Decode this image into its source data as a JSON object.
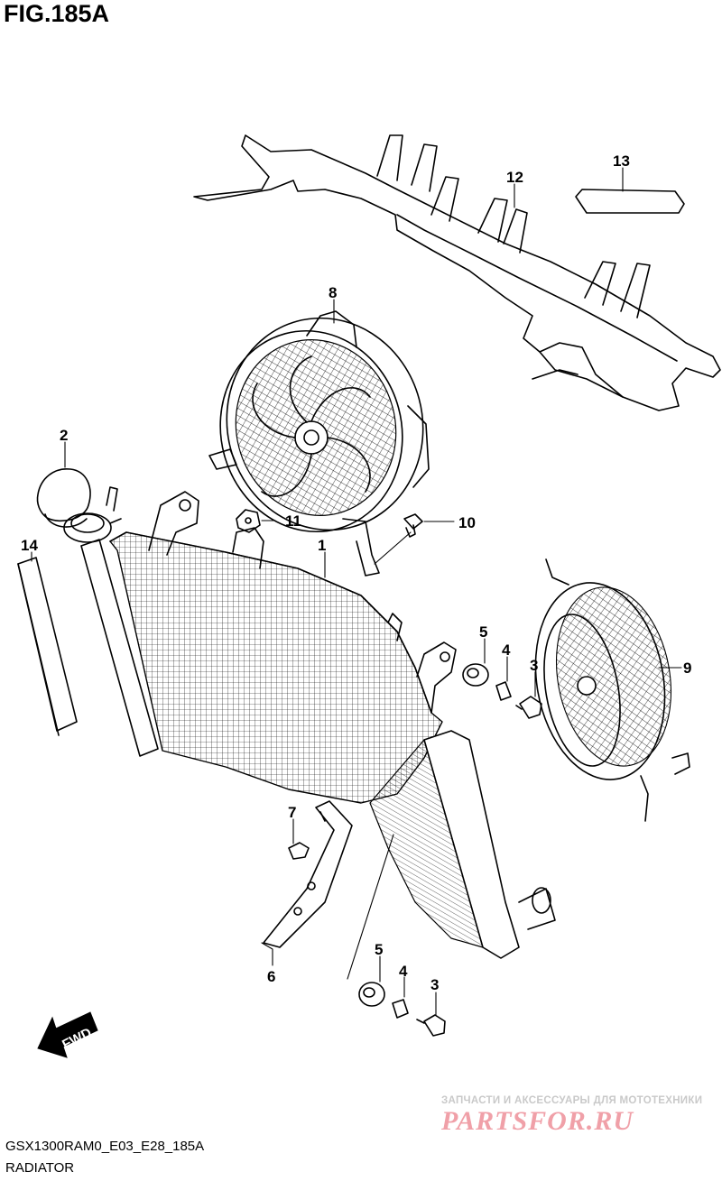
{
  "figure": {
    "title": "FIG.185A"
  },
  "callouts": [
    {
      "id": "1",
      "label": "1"
    },
    {
      "id": "2",
      "label": "2"
    },
    {
      "id": "3a",
      "label": "3"
    },
    {
      "id": "3b",
      "label": "3"
    },
    {
      "id": "4a",
      "label": "4"
    },
    {
      "id": "4b",
      "label": "4"
    },
    {
      "id": "5a",
      "label": "5"
    },
    {
      "id": "5b",
      "label": "5"
    },
    {
      "id": "6",
      "label": "6"
    },
    {
      "id": "7",
      "label": "7"
    },
    {
      "id": "8",
      "label": "8"
    },
    {
      "id": "9",
      "label": "9"
    },
    {
      "id": "10",
      "label": "10"
    },
    {
      "id": "11",
      "label": "11"
    },
    {
      "id": "12",
      "label": "12"
    },
    {
      "id": "13",
      "label": "13"
    },
    {
      "id": "14",
      "label": "14"
    }
  ],
  "direction_marker": "FWD",
  "footer": {
    "code": "GSX1300RAM0_E03_E28_185A",
    "name": "RADIATOR"
  },
  "watermark": {
    "tagline": "ЗАПЧАСТИ И АКСЕССУАРЫ ДЛЯ МОТОТЕХНИКИ",
    "logo": "PARTSFOR.RU"
  },
  "colors": {
    "line": "#000000",
    "watermark_logo": "#f0a0a8",
    "watermark_text": "#c9c9c9"
  }
}
